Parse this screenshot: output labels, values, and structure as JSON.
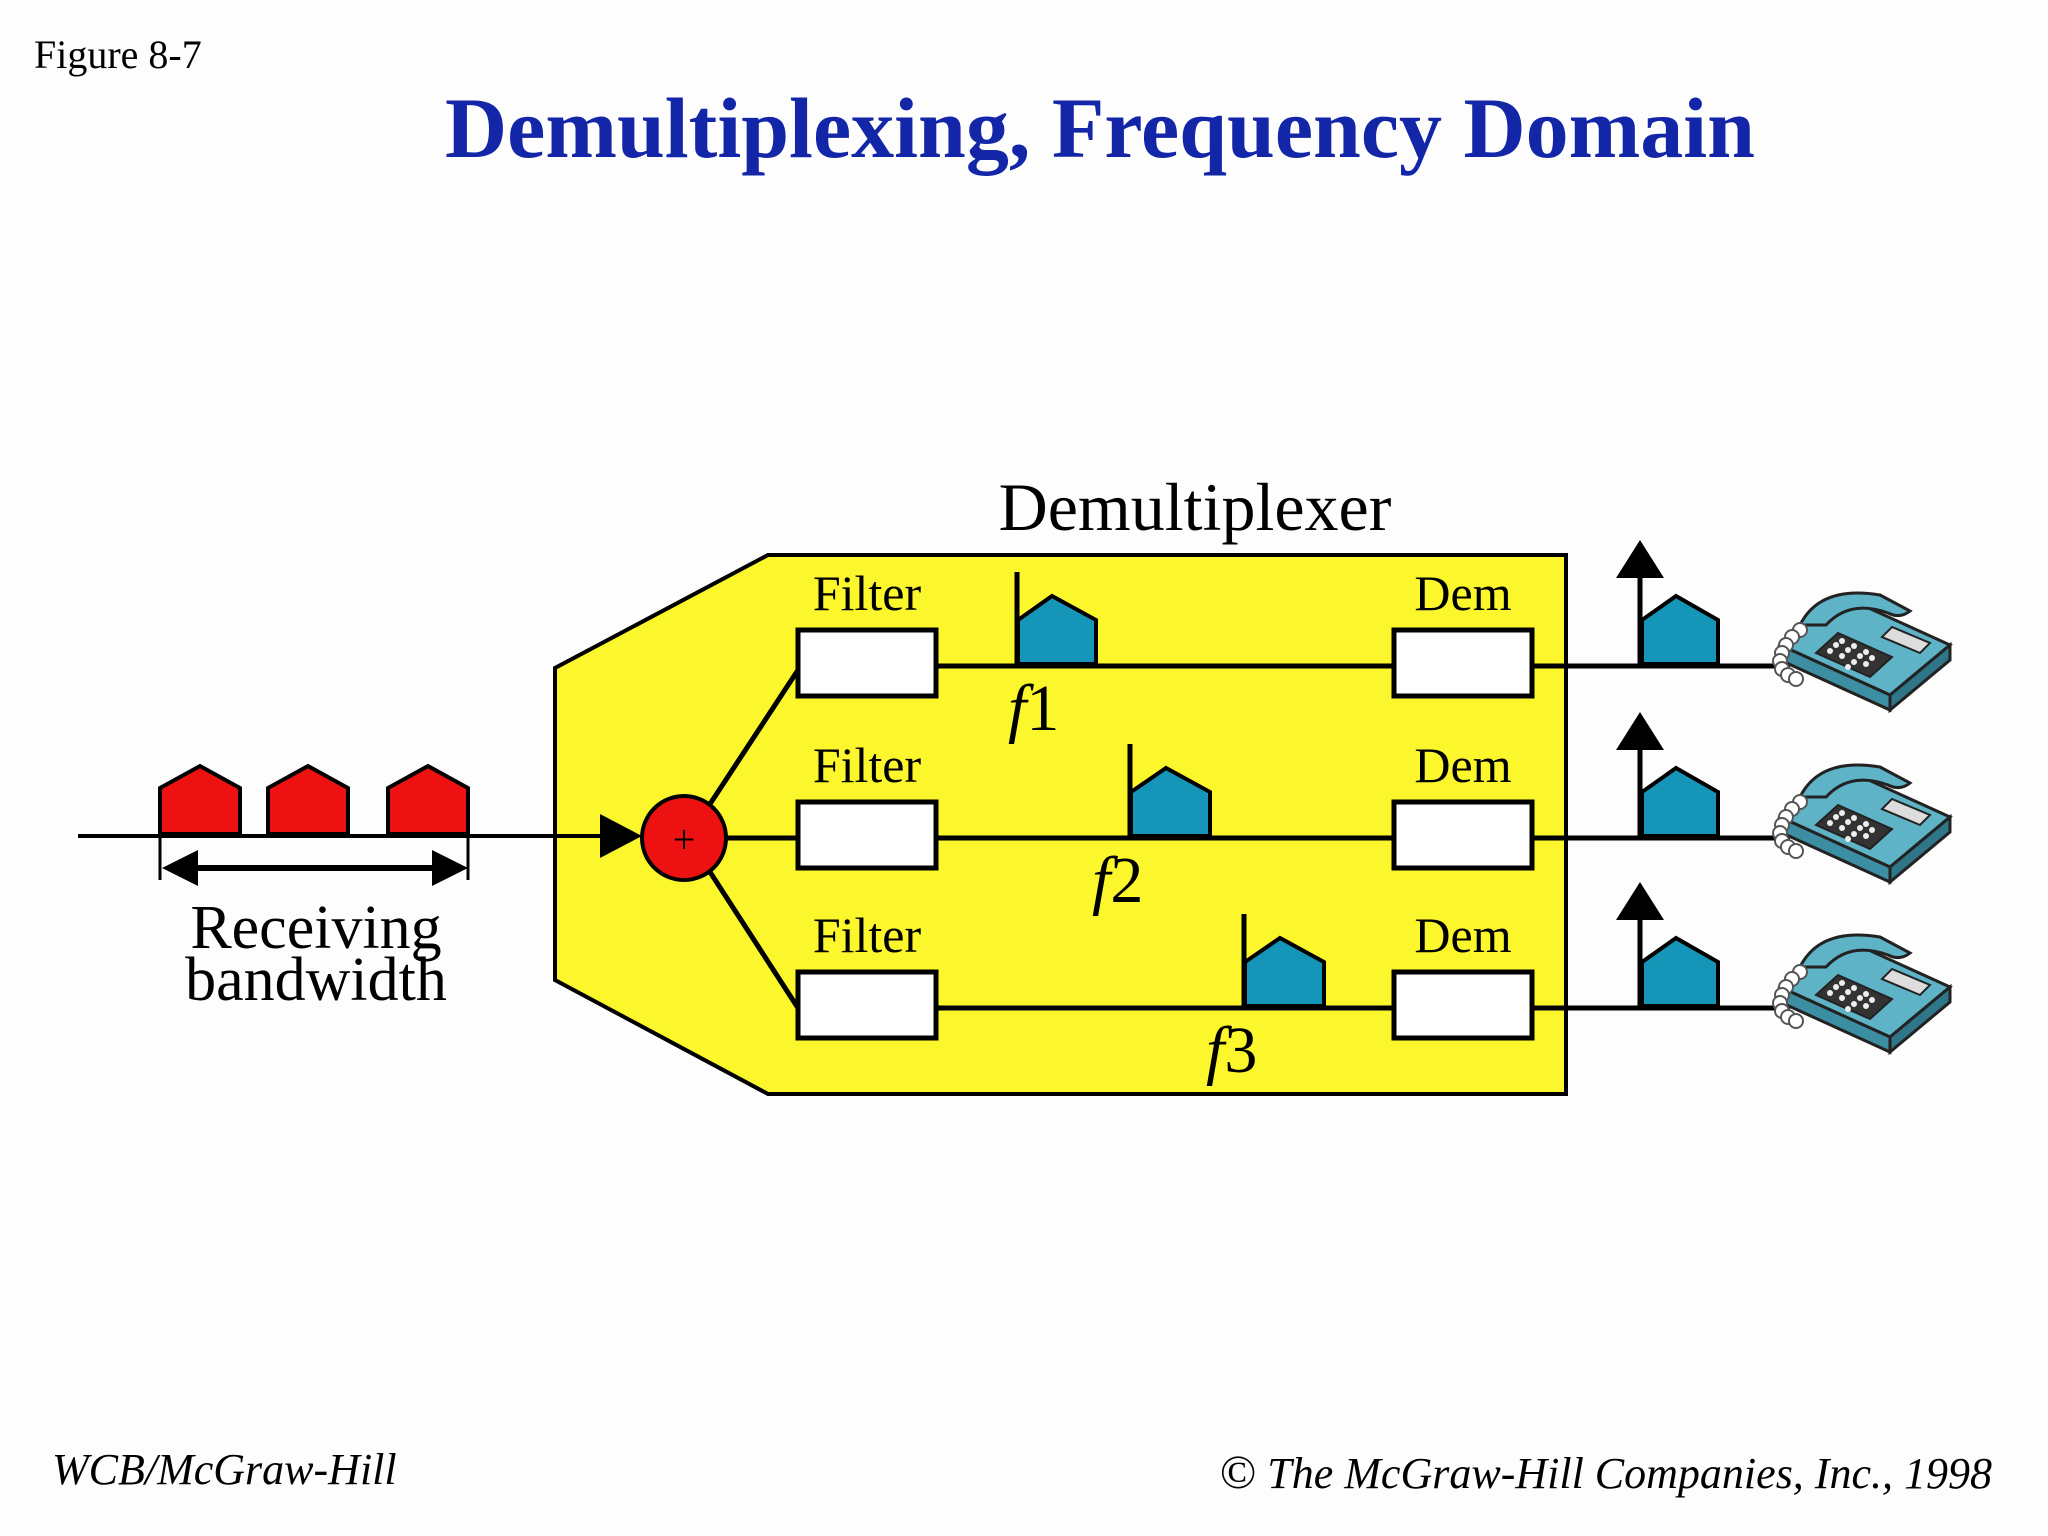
{
  "header": {
    "figure_label": "Figure 8-7",
    "title": "Demultiplexing, Frequency Domain"
  },
  "footer": {
    "publisher": "WCB/McGraw-Hill",
    "copyright_symbol": "©",
    "copyright": "The McGraw-Hill Companies, Inc., 1998"
  },
  "diagram": {
    "demux_label": "Demultiplexer",
    "adder_symbol": "+",
    "receiving_label_line1": "Receiving",
    "receiving_label_line2": "bandwidth",
    "channels": [
      {
        "filter_label": "Filter",
        "dem_label": "Dem",
        "freq_letter": "f",
        "freq_index": "1"
      },
      {
        "filter_label": "Filter",
        "dem_label": "Dem",
        "freq_letter": "f",
        "freq_index": "2"
      },
      {
        "filter_label": "Filter",
        "dem_label": "Dem",
        "freq_letter": "f",
        "freq_index": "3"
      }
    ]
  },
  "colors": {
    "title": "#1426a8",
    "demux_fill": "#fcf62c",
    "input_signal": "#ee1111",
    "channel_signal": "#1596b9",
    "adder": "#ee1111",
    "phone_body": "#5fb3c6",
    "phone_dark": "#222222",
    "line": "#000000"
  },
  "icons": [
    "adder-icon",
    "telephone-icon",
    "signal-shape-icon",
    "arrow-icon"
  ]
}
